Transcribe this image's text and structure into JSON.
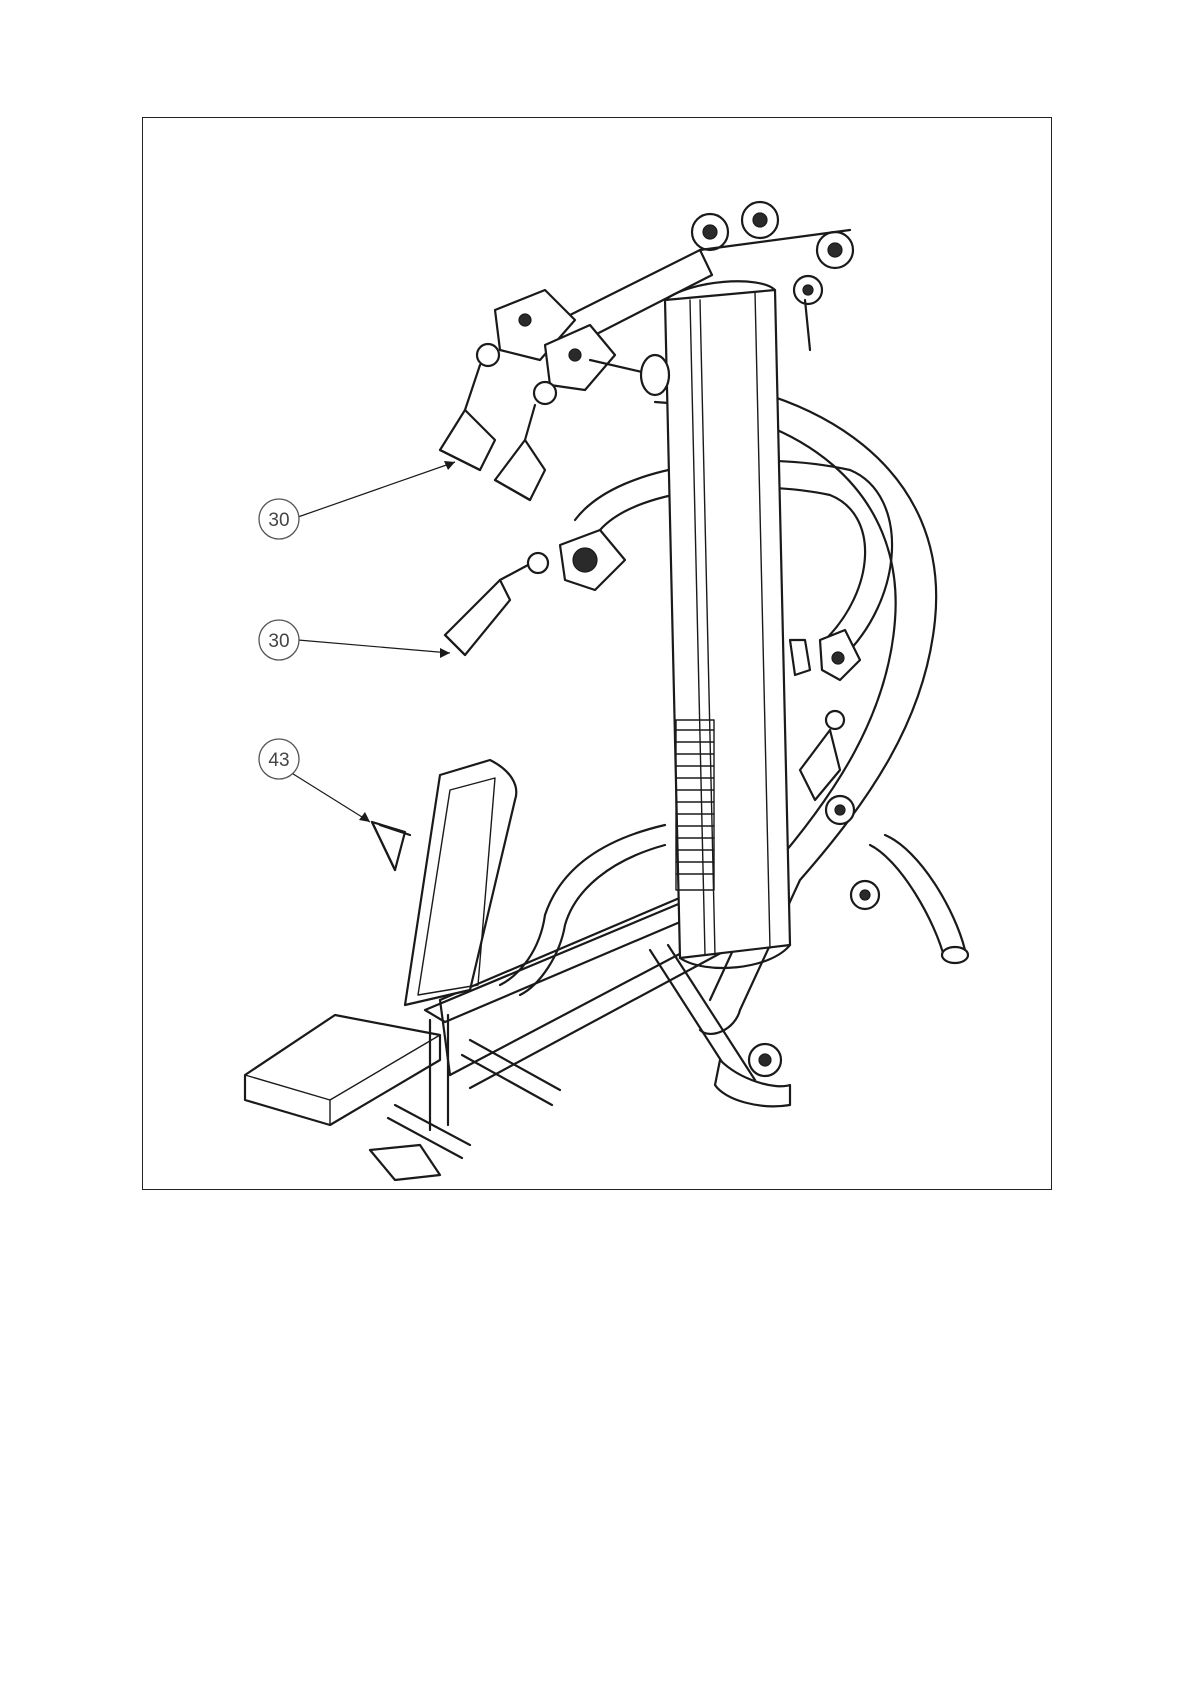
{
  "callouts": [
    {
      "label": "30"
    },
    {
      "label": "30"
    },
    {
      "label": "43"
    }
  ],
  "colors": {
    "line": "#1a1a1a",
    "background": "#ffffff",
    "callout_text": "#444444"
  }
}
